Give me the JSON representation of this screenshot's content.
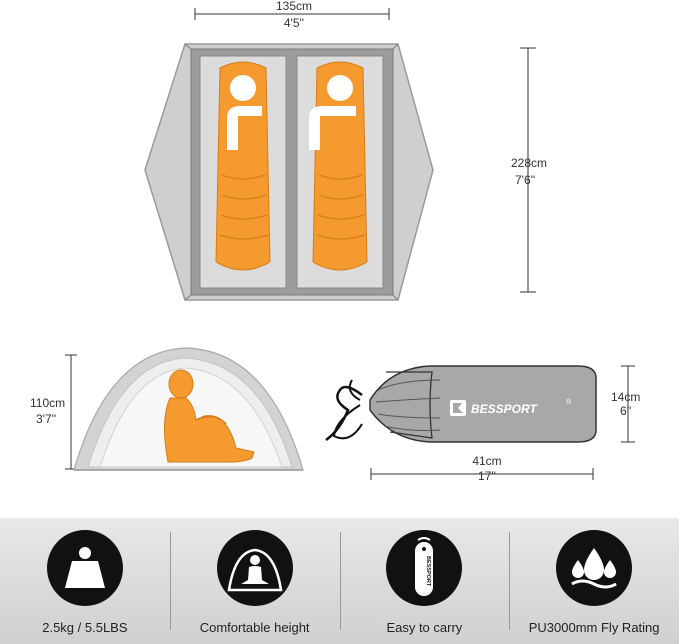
{
  "dimensions": {
    "floor_width": {
      "metric": "135cm",
      "imperial": "4'5''"
    },
    "floor_length": {
      "metric": "228cm",
      "imperial": "7'6''"
    },
    "tent_height": {
      "metric": "110cm",
      "imperial": "3'7''"
    },
    "bag_diameter": {
      "metric": "14cm",
      "imperial": "6''"
    },
    "bag_length": {
      "metric": "41cm",
      "imperial": "17''"
    }
  },
  "brand": {
    "name": "BESSPORT",
    "mark": "®"
  },
  "features": [
    {
      "label": "2.5kg / 5.5LBS",
      "icon": "weight-icon"
    },
    {
      "label": "Comfortable height",
      "icon": "sitting-person-icon"
    },
    {
      "label": "Easy to carry",
      "icon": "carry-bag-icon"
    },
    {
      "label": "PU3000mm Fly Rating",
      "icon": "waterproof-icon"
    }
  ],
  "colors": {
    "tent_fly": "#cfcfcf",
    "tent_floor": "#9c9c9c",
    "sleeping_bag": "#f59a2f",
    "feature_bar": "#d9d9d9",
    "icon_bg": "#111111"
  }
}
